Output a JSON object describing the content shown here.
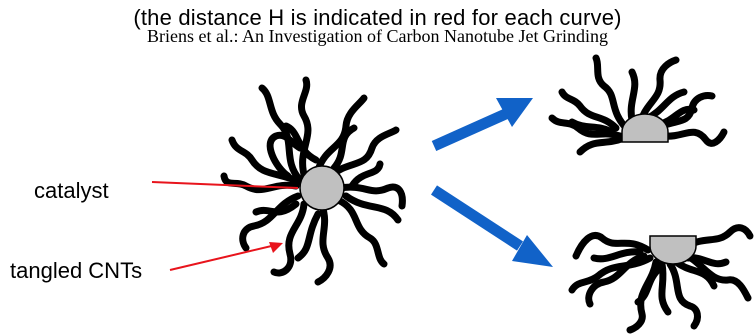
{
  "caption": "(the distance H is indicated in red for each curve)",
  "header": "Briens et al.: An Investigation of Carbon Nanotube Jet Grinding",
  "labels": {
    "catalyst": "catalyst",
    "tangled_cnts": "tangled CNTs"
  },
  "colors": {
    "cnt": "#000000",
    "catalyst_fill": "#c0c0c0",
    "pointer_line": "#e8141c",
    "process_arrow": "#1162c8"
  }
}
